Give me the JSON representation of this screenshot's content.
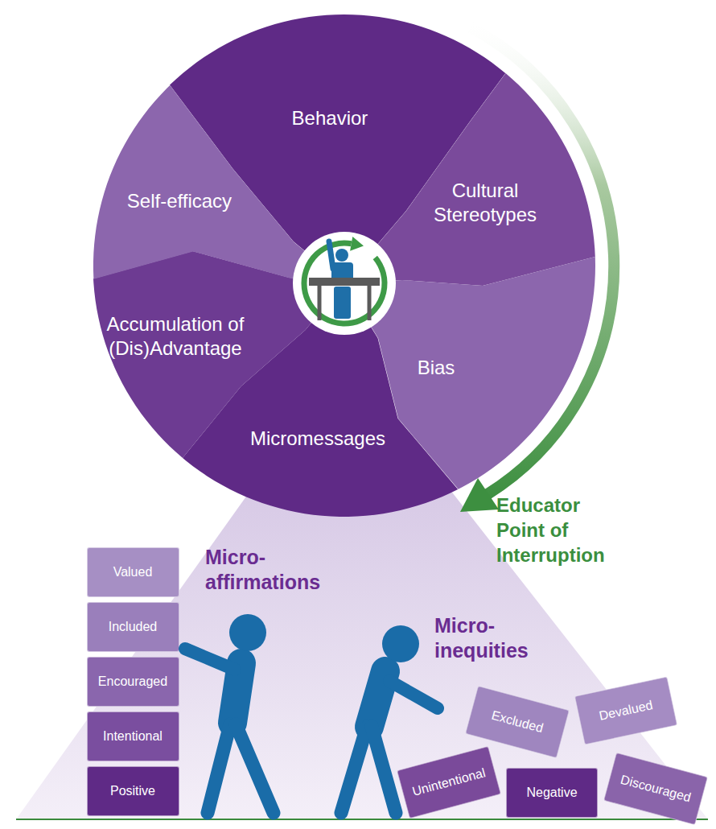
{
  "diagram": {
    "nodes": [
      {
        "text": [
          "Behavior"
        ]
      },
      {
        "text": [
          "Cultural Stereotypes"
        ]
      },
      {
        "text": [
          "Bias"
        ]
      },
      {
        "text": [
          "Micromessages"
        ]
      },
      {
        "text": [
          "Accumulation of (Dis)Advantage"
        ]
      },
      {
        "text": [
          "Self-efficacy"
        ]
      },
      {
        "text": [
          "Valued"
        ]
      },
      {
        "text": [
          "Included"
        ]
      },
      {
        "text": [
          "Encouraged"
        ]
      },
      {
        "text": [
          "Intentional"
        ]
      },
      {
        "text": [
          "Positive"
        ]
      },
      {
        "text": [
          "Excluded"
        ]
      },
      {
        "text": [
          "Devalued"
        ]
      },
      {
        "text": [
          "Unintentional"
        ]
      },
      {
        "text": [
          "Negative"
        ]
      },
      {
        "text": [
          "Discouraged"
        ]
      }
    ],
    "labels": [
      "Educator Point of Interruption",
      "Micro- affirmations",
      "Micro- inequities"
    ]
  }
}
